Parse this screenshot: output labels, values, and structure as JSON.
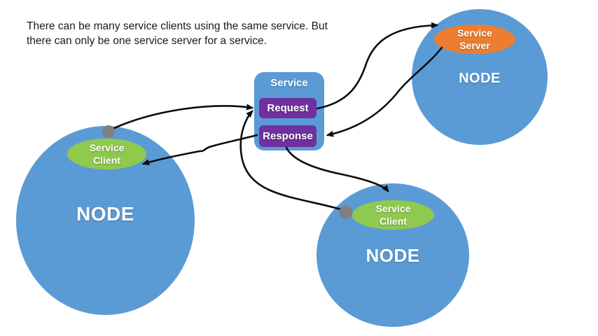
{
  "caption": {
    "line1": "There can be many service clients using the same service. But",
    "line2": "there can only be one service server for a service."
  },
  "service": {
    "title": "Service",
    "request": "Request",
    "response": "Response"
  },
  "nodes": {
    "left": {
      "label": "NODE",
      "ellipse_line1": "Service",
      "ellipse_line2": "Client"
    },
    "bottom": {
      "label": "NODE",
      "ellipse_line1": "Service",
      "ellipse_line2": "Client"
    },
    "right": {
      "label": "NODE",
      "ellipse_line1": "Service",
      "ellipse_line2": "Server"
    }
  },
  "colors": {
    "node-blue": "#5B9BD5",
    "client-green": "#8FC94E",
    "server-orange": "#ED7D31",
    "box-purple": "#7030A0",
    "arrow-black": "#0D0D0D",
    "dot-gray": "#7F7F7F",
    "background": "#FFFFFF",
    "label-white": "#FFFFFF",
    "caption-text": "#1A1A1A"
  }
}
